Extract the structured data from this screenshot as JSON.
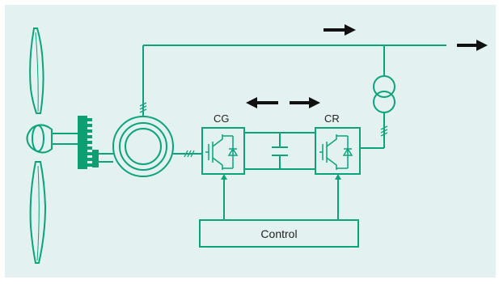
{
  "diagram": {
    "background_color": "#e4f1f1",
    "line_color": "#0aa37a",
    "gear_color": "#0d9e72",
    "text_color": "#222222",
    "arrow_color": "#111111",
    "labels": {
      "converter_generator": "CG",
      "converter_grid": "CR",
      "control": "Control"
    },
    "components": [
      "wind-turbine-rotor",
      "gearbox",
      "generator",
      "converter-cg",
      "dc-link-capacitor",
      "converter-cr",
      "transformer",
      "control-unit",
      "grid-line"
    ],
    "power_flow_arrows": [
      "right",
      "right",
      "left",
      "right"
    ]
  }
}
